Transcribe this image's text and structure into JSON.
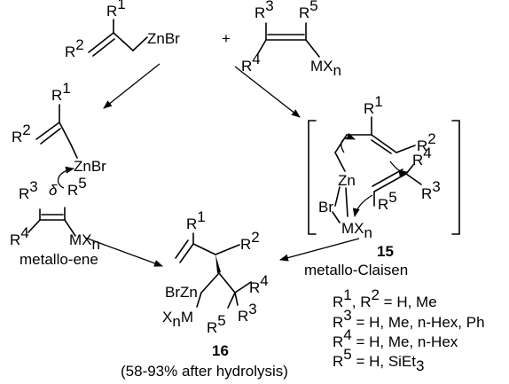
{
  "labels": {
    "r1": "R",
    "r2": "R",
    "r3": "R",
    "r4": "R",
    "r5": "R",
    "sub1": "1",
    "sub2": "2",
    "sub3": "3",
    "sub4": "4",
    "sub5": "5",
    "znbr": "ZnBr",
    "plus": "+",
    "mx": "MX",
    "n": "n",
    "zn": "Zn",
    "br": "Br",
    "delta": "δ",
    "brzn": "BrZn",
    "x": "X",
    "m": "M"
  },
  "compounds": {
    "ts": "15",
    "product": "16"
  },
  "mechanisms": {
    "left": "metallo-ene",
    "right": "metallo-Claisen"
  },
  "yield_note": "(58-93% after hydrolysis)",
  "substituents": [
    {
      "label": "R",
      "sub": "1",
      "sep": ", ",
      "label2": "R",
      "sub2": "2",
      "rest": " = H, Me",
      "italic": ""
    },
    {
      "label": "R",
      "sub": "3",
      "rest": " = H, Me, ",
      "italic": "n",
      "rest2": "-Hex, Ph"
    },
    {
      "label": "R",
      "sub": "4",
      "rest": " = H, Me, ",
      "italic": "n",
      "rest2": "-Hex"
    },
    {
      "label": "R",
      "sub": "5",
      "rest": " = H, SiEt",
      "sub3": "3"
    }
  ]
}
